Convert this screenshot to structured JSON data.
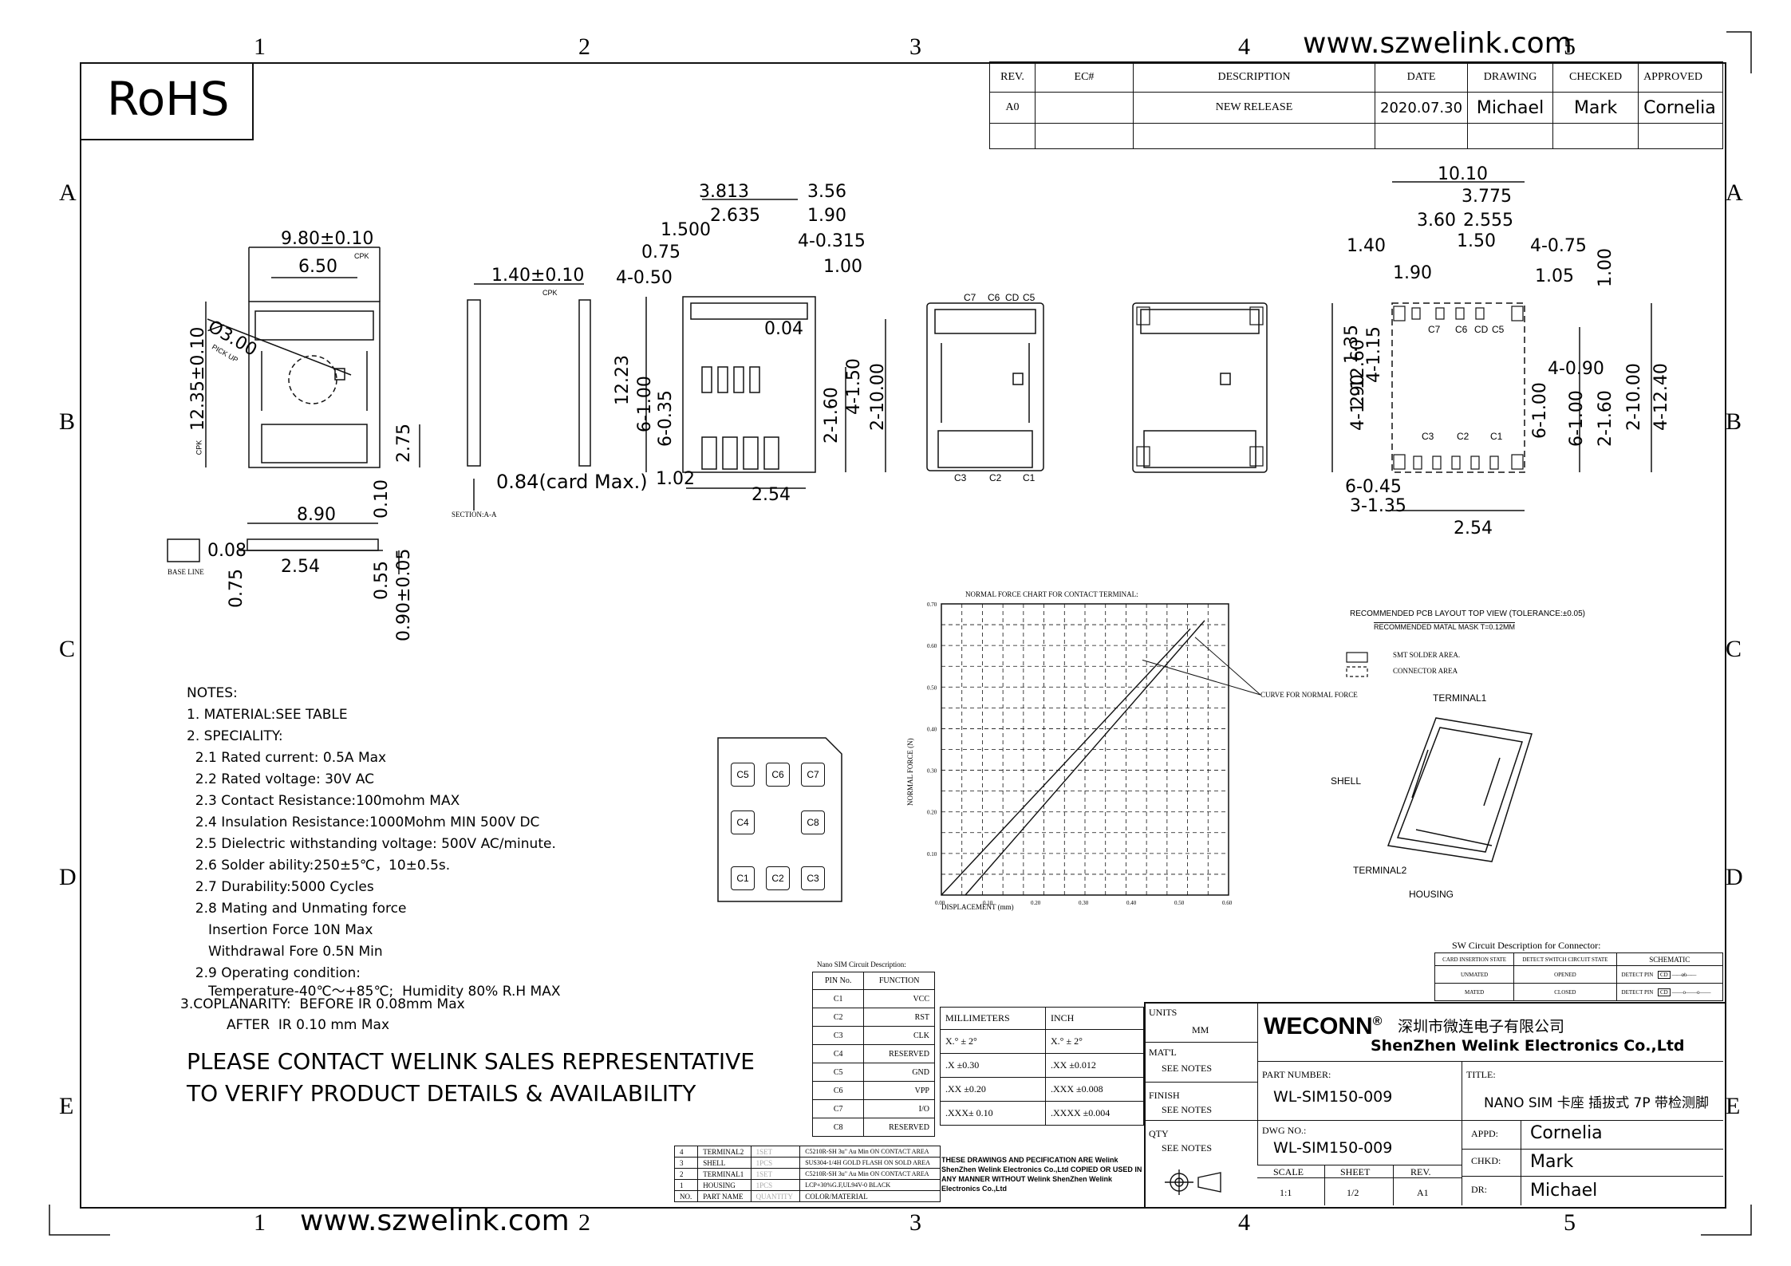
{
  "header": {
    "website": "www.szwelink.com",
    "rohs": "RoHS"
  },
  "zones": {
    "cols": [
      "1",
      "2",
      "3",
      "4",
      "5"
    ],
    "rows": [
      "A",
      "B",
      "C",
      "D",
      "E"
    ]
  },
  "revision_table": {
    "headers": [
      "REV.",
      "EC#",
      "DESCRIPTION",
      "DATE",
      "DRAWING",
      "CHECKED",
      "APPROVED"
    ],
    "row": [
      "A0",
      "",
      "NEW RELEASE",
      "2020.07.30",
      "Michael",
      "Mark",
      "Cornelia"
    ]
  },
  "dims": {
    "d9_80": "9.80±0.10",
    "cpk1": "CPK",
    "d6_50": "6.50",
    "d3_00": "Ø3.00",
    "pick_up": "PICK UP",
    "d12_35": "12.35±0.10",
    "cpk2": "CPK",
    "d2_75": "2.75",
    "d8_90": "8.90",
    "d0_08": "0.08",
    "d2_54a": "2.54",
    "d0_75": "0.75",
    "d0_10": "0.10",
    "d0_55": "0.55",
    "d0_90": "0.90±0.05",
    "base_line": "BASE LINE",
    "d1_40": "1.40±0.10",
    "cpk3": "CPK",
    "d4_050": "4-0.50",
    "d0_84": "0.84(card Max.)",
    "section": "SECTION:A-A",
    "d3_813": "3.813",
    "d3_56": "3.56",
    "d2_635": "2.635",
    "d1_90a": "1.90",
    "d1_500": "1.500",
    "d4_0315": "4-0.315",
    "d0_75b": "0.75",
    "d1_00a": "1.00",
    "d0_04": "0.04",
    "d12_23": "12.23",
    "d6_100a": "6-1.00",
    "d6_035": "6-0.35",
    "d2_160a": "2-1.60",
    "d4_150": "4-1.50",
    "d2_1000a": "2-10.00",
    "d1_02": "1.02",
    "d2_54b": "2.54",
    "d10_10": "10.10",
    "d3_775": "3.775",
    "d3_60": "3.60",
    "d2_555": "2.555",
    "d1_40b": "1.40",
    "d1_50": "1.50",
    "d4_075": "4-0.75",
    "d1_90b": "1.90",
    "d1_05": "1.05",
    "d1_00b": "1.00",
    "d2_1260": "2-12.60",
    "d1_35": "1.35",
    "d4_115": "4-1.15",
    "d4_190": "4-1.90",
    "d4_090": "4-0.90",
    "d6_100b": "6-1.00",
    "d6_100c": "6-1.00",
    "d2_160b": "2-1.60",
    "d2_1000b": "2-10.00",
    "d4_1240": "4-12.40",
    "d6_045": "6-0.45",
    "d3_135": "3-1.35",
    "d2_54c": "2.54"
  },
  "pin_labels_top": [
    "C7",
    "C6",
    "CD",
    "C5"
  ],
  "pin_labels_bottom": [
    "C3",
    "C2",
    "C1"
  ],
  "pcb": {
    "title": "RECOMMENDED PCB LAYOUT TOP VIEW (TOLERANCE:±0.05)",
    "mask": "RECOMMENDED MATAL MASK T=0.12MM",
    "legend_smt": "SMT SOLDER AREA.",
    "legend_conn": "CONNECTOR AREA"
  },
  "iso_labels": {
    "terminal1": "TERMINAL1",
    "shell": "SHELL",
    "terminal2": "TERMINAL2",
    "housing": "HOUSING"
  },
  "notes": {
    "title": "NOTES:",
    "lines": [
      "1. MATERIAL:SEE TABLE",
      "2. SPECIALITY:",
      "  2.1 Rated current: 0.5A Max",
      "  2.2 Rated voltage: 30V AC",
      "  2.3 Contact Resistance:100mohm MAX",
      "  2.4 Insulation Resistance:1000Mohm MIN 500V DC",
      "  2.5 Dielectric withstanding voltage: 500V AC/minute.",
      "  2.6 Solder ability:250±5℃，10±0.5s.",
      "  2.7 Durability:5000 Cycles",
      "  2.8 Mating and Unmating force",
      "     Insertion Force 10N Max",
      "     Withdrawal Fore 0.5N Min",
      "  2.9 Operating condition:",
      "     Temperature-40℃～+85℃;  Humidity 80% R.H MAX"
    ],
    "coplanarity_1": "3.COPLANARITY:  BEFORE IR 0.08mm Max",
    "coplanarity_2": "AFTER  IR 0.10 mm Max"
  },
  "contact_notice": {
    "line1": "PLEASE CONTACT WELINK SALES REPRESENTATIVE",
    "line2": "TO VERIFY PRODUCT DETAILS & AVAILABILITY"
  },
  "nano_pins": [
    "C5",
    "C6",
    "C7",
    "C4",
    "C8",
    "C1",
    "C2",
    "C3"
  ],
  "chart_data": {
    "type": "line",
    "title": "NORMAL FORCE CHART FOR CONTACT TERMINAL:",
    "xlabel": "DISPLACEMENT (mm)",
    "ylabel": "NORMAL FORCE (N)",
    "xlim": [
      0,
      0.6
    ],
    "ylim": [
      0,
      0.7
    ],
    "x_ticks": [
      "0.00",
      "0.10",
      "0.20",
      "0.30",
      "0.40",
      "0.50",
      "0.60"
    ],
    "y_ticks": [
      "0.10",
      "0.20",
      "0.30",
      "0.40",
      "0.50",
      "0.60",
      "0.70"
    ],
    "annotation": "CURVE FOR NORMAL FORCE",
    "series": [
      {
        "x": [
          0,
          0.52
        ],
        "y": [
          0,
          0.64
        ]
      },
      {
        "x": [
          0.05,
          0.55
        ],
        "y": [
          0,
          0.66
        ]
      }
    ]
  },
  "nano_sim_table": {
    "title": "Nano SIM Circuit Description:",
    "headers": [
      "PIN No.",
      "FUNCTION"
    ],
    "rows": [
      [
        "C1",
        "VCC"
      ],
      [
        "C2",
        "RST"
      ],
      [
        "C3",
        "CLK"
      ],
      [
        "C4",
        "RESERVED"
      ],
      [
        "C5",
        "GND"
      ],
      [
        "C6",
        "VPP"
      ],
      [
        "C7",
        "I/O"
      ],
      [
        "C8",
        "RESERVED"
      ]
    ]
  },
  "parts_table": {
    "headers": [
      "NO.",
      "PART NAME",
      "QUANTITY",
      "COLOR/MATERIAL"
    ],
    "rows": [
      [
        "4",
        "TERMINAL2",
        "1SET",
        "C5210R-SH 3u\" Au Min ON CONTACT AREA"
      ],
      [
        "3",
        "SHELL",
        "1PCS",
        "SUS304-1/4H GOLD FLASH ON SOLD AREA"
      ],
      [
        "2",
        "TERMINAL1",
        "1SET",
        "C5210R-SH 3u\" Au Min ON CONTACT AREA"
      ],
      [
        "1",
        "HOUSING",
        "1PCS",
        "LCP+30%G.F,UL94V-0 BLACK"
      ]
    ]
  },
  "tolerance_table": {
    "mm_header": "MILLIMETERS",
    "inch_header": "INCH",
    "rows": [
      [
        "X.°  ± 2°",
        "X.°  ± 2°"
      ],
      [
        ".X  ±0.30",
        ".XX  ±0.012"
      ],
      [
        ".XX  ±0.20",
        ".XXX  ±0.008"
      ],
      [
        ".XXX± 0.10",
        ".XXXX ±0.004"
      ]
    ]
  },
  "legal": "THESE DRAWINGS AND PECIFICATION ARE Welink ShenZhen Welink Electronics Co.,Ltd  COPIED OR USED IN ANY MANNER WITHOUT Welink ShenZhen Welink Electronics Co.,Ltd",
  "title_block": {
    "units_label": "UNITS",
    "units_value": "MM",
    "matl_label": "MAT'L",
    "matl_value": "SEE NOTES",
    "finish_label": "FINISH",
    "finish_value": "SEE NOTES",
    "qty_label": "QTY",
    "qty_value": "SEE NOTES",
    "company_brand": "WECONN",
    "company_reg": "®",
    "company_cn": "深圳市微连电子有限公司",
    "company_en": "ShenZhen Welink Electronics Co.,Ltd",
    "part_number_label": "PART NUMBER:",
    "part_number": "WL-SIM150-009",
    "title_label": "TITLE:",
    "title": "NANO SIM 卡座 插拔式 7P 带检测脚",
    "dwg_label": "DWG NO.:",
    "dwg": "WL-SIM150-009",
    "scale_label": "SCALE",
    "scale": "1:1",
    "sheet_label": "SHEET",
    "sheet": "1/2",
    "rev_label": "REV.",
    "rev": "A1",
    "appd_label": "APPD:",
    "appd": "Cornelia",
    "chkd_label": "CHKD:",
    "chkd": "Mark",
    "dr_label": "DR:",
    "dr": "Michael"
  },
  "sw_table": {
    "title": "SW Circuit Description for Connector:",
    "headers": [
      "CARD INSERTION STATE",
      "DETECT SWITCH CIRCUIT STATE",
      "SCHEMATIC"
    ],
    "rows": [
      [
        "UNMATED",
        "OPENED",
        "DETECT PIN"
      ],
      [
        "MATED",
        "CLOSED",
        "DETECT PIN"
      ]
    ],
    "cd": "CD"
  }
}
